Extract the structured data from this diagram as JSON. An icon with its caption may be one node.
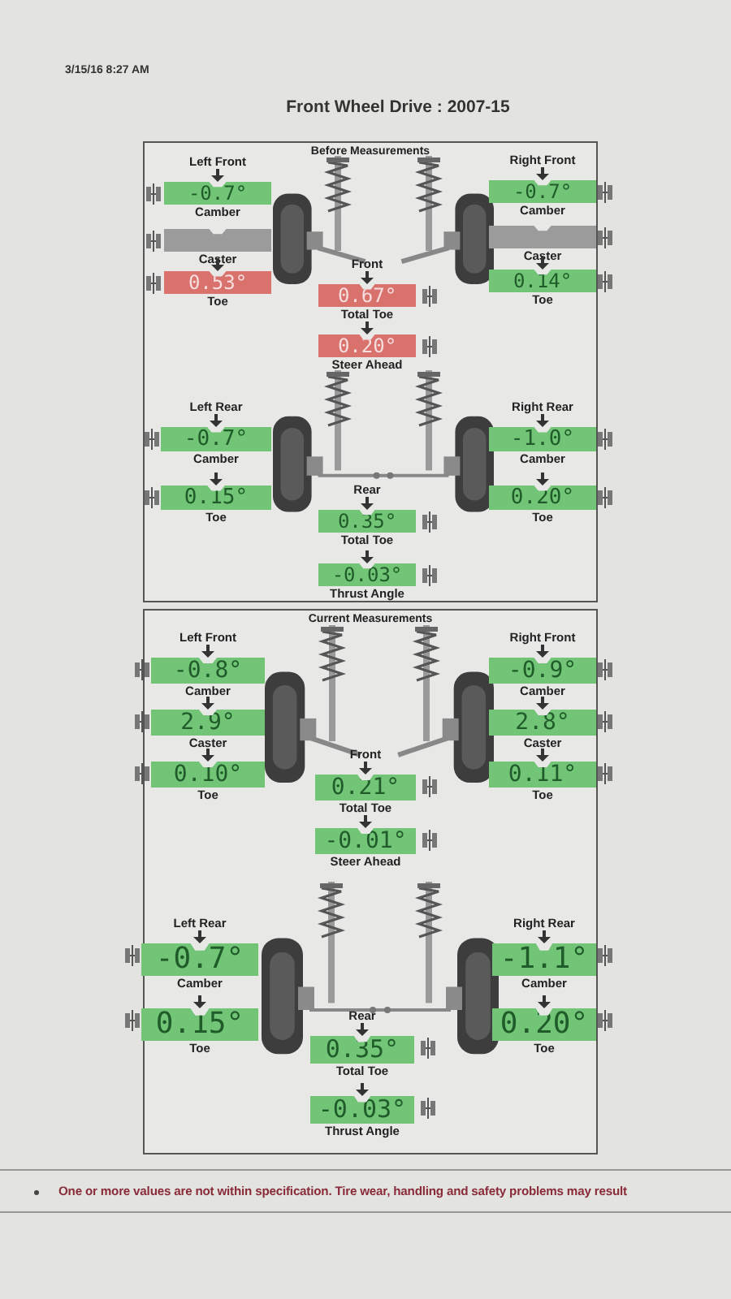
{
  "diagram": {
    "title": "Front Wheel Drive : 2007-15",
    "nodes": [
      {
        "text": [
          "Before Measurements"
        ]
      },
      {
        "text": [
          "-0.7°",
          "Camber"
        ],
        "in": 0,
        "beside": [
          "Left Front"
        ]
      },
      {
        "text": [
          "Caster"
        ],
        "in": 0
      },
      {
        "text": [
          "0.53°",
          "Toe"
        ],
        "in": 0
      },
      {
        "text": [
          "-0.7°",
          "Camber"
        ],
        "in": 0,
        "beside": [
          "Right Front"
        ]
      },
      {
        "text": [
          "Caster"
        ],
        "in": 0
      },
      {
        "text": [
          "0.14°",
          "Toe"
        ],
        "in": 0
      },
      {
        "text": [
          "0.67°",
          "Total Toe"
        ],
        "in": 0,
        "beside": [
          "Front"
        ]
      },
      {
        "text": [
          "0.20°",
          "Steer Ahead"
        ],
        "in": 0
      },
      {
        "text": [
          "-0.7°",
          "Camber"
        ],
        "in": 0,
        "beside": [
          "Left Rear"
        ]
      },
      {
        "text": [
          "0.15°",
          "Toe"
        ],
        "in": 0
      },
      {
        "text": [
          "-1.0°",
          "Camber"
        ],
        "in": 0,
        "beside": [
          "Right Rear"
        ]
      },
      {
        "text": [
          "0.20°",
          "Toe"
        ],
        "in": 0
      },
      {
        "text": [
          "0.35°",
          "Total Toe"
        ],
        "in": 0,
        "beside": [
          "Rear"
        ]
      },
      {
        "text": [
          "-0.03°",
          "Thrust Angle"
        ],
        "in": 0
      },
      {
        "text": [
          "Current Measurements"
        ]
      },
      {
        "text": [
          "-0.8°",
          "Camber"
        ],
        "in": 15,
        "beside": [
          "Left Front"
        ]
      },
      {
        "text": [
          "2.9°",
          "Caster"
        ],
        "in": 15
      },
      {
        "text": [
          "0.10°",
          "Toe"
        ],
        "in": 15
      },
      {
        "text": [
          "-0.9°",
          "Camber"
        ],
        "in": 15,
        "beside": [
          "Right Front"
        ]
      },
      {
        "text": [
          "2.8°",
          "Caster"
        ],
        "in": 15
      },
      {
        "text": [
          "0.11°",
          "Toe"
        ],
        "in": 15
      },
      {
        "text": [
          "0.21°",
          "Total Toe"
        ],
        "in": 15,
        "beside": [
          "Front"
        ]
      },
      {
        "text": [
          "-0.01°",
          "Steer Ahead"
        ],
        "in": 15
      },
      {
        "text": [
          "-0.7°",
          "Camber"
        ],
        "in": 15,
        "beside": [
          "Left Rear"
        ]
      },
      {
        "text": [
          "0.15°",
          "Toe"
        ],
        "in": 15
      },
      {
        "text": [
          "-1.1°",
          "Camber"
        ],
        "in": 15,
        "beside": [
          "Right Rear"
        ]
      },
      {
        "text": [
          "0.20°",
          "Toe"
        ],
        "in": 15
      },
      {
        "text": [
          "0.35°",
          "Total Toe"
        ],
        "in": 15,
        "beside": [
          "Rear"
        ]
      },
      {
        "text": [
          "-0.03°",
          "Thrust Angle"
        ],
        "in": 15
      }
    ],
    "labels": [
      "3/15/16 8:27 AM",
      "One or more values are not within specification.  Tire wear, handling and safety problems may result"
    ]
  }
}
